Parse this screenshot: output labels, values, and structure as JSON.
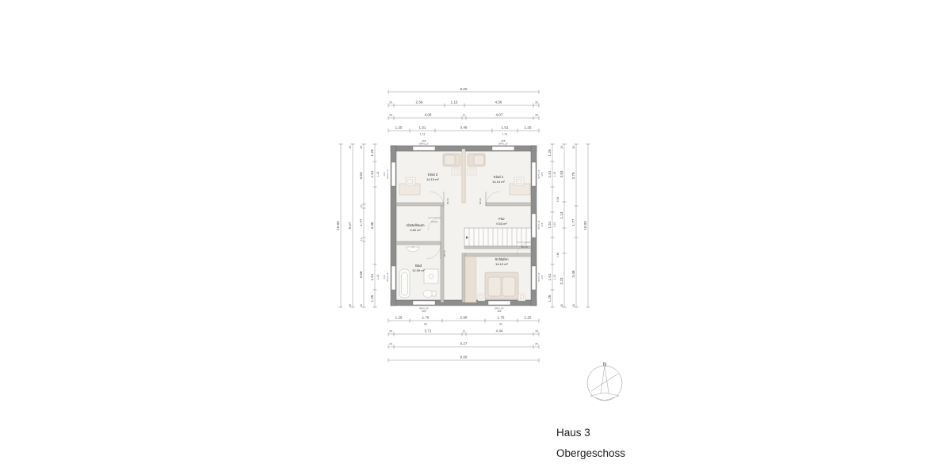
{
  "title": {
    "house": "Haus 3",
    "floor": "Obergeschoss"
  },
  "compass": {
    "north_label": "N"
  },
  "rooms": [
    {
      "id": "kind2",
      "name": "Kind 2",
      "area": "14.15 m²"
    },
    {
      "id": "kind1",
      "name": "Kind 1",
      "area": "14.14 m²"
    },
    {
      "id": "flur",
      "name": "Flur",
      "area": "9.53 m²"
    },
    {
      "id": "abstellraum",
      "name": "Abstellraum",
      "area": "3.80 m²"
    },
    {
      "id": "bad",
      "name": "Bad",
      "area": "12.59 m²"
    },
    {
      "id": "schlafen",
      "name": "Schlafen",
      "area": "14.13 m²"
    }
  ],
  "dimensions": {
    "top": {
      "row1": [
        "9.00"
      ],
      "row2": [
        "26",
        "2.56",
        "1.15",
        "4.56",
        "26"
      ],
      "row3": [
        "26",
        "4.08",
        "11",
        "4.07",
        "26"
      ],
      "row4": [
        "1.25",
        "1.51",
        "3.48",
        "1.51",
        "1.25"
      ],
      "row4_sub": [
        "1.13",
        "1.13"
      ]
    },
    "bottom": {
      "row1": [
        "1.25",
        "1.76",
        "2.98",
        "1.76",
        "1.25"
      ],
      "row1_sub": [
        "63",
        "63"
      ],
      "row2": [
        "26",
        "3.71",
        "11",
        "4.44",
        "26"
      ],
      "row3": [
        "26",
        "9.27",
        "26"
      ],
      "row4": [
        "9.00"
      ]
    },
    "left": {
      "col1": [
        "10.00"
      ],
      "col2": [
        "9.27"
      ],
      "col3": [
        "3.53",
        "1.77",
        "3.68"
      ],
      "col3_marks": [
        "11",
        "11"
      ],
      "col4": [
        "1.25",
        "1.51",
        "4.48",
        "1.51",
        "1.25"
      ],
      "col4_sub": [
        "1.13",
        "1.13"
      ]
    },
    "right": {
      "col1": [
        "1.25",
        "1.51",
        "1.51",
        "1.51",
        "1.25"
      ],
      "col1_sub": [
        "1.13",
        "1.13",
        "1.13",
        "1.13"
      ],
      "col2": [
        "3.53",
        "1.13",
        "3.23"
      ],
      "col2_marks": [
        "11",
        "11"
      ],
      "col3": [
        "3.79",
        "1.77",
        "3.49"
      ],
      "col4": [
        "10.00"
      ],
      "mid_marks": [
        "3.38",
        "1.48"
      ]
    }
  },
  "window_labels": {
    "code": "RFB",
    "sill": "BRH 1.13²",
    "sill_lower": "BRH 1.62²",
    "side_sill": "BRH 1.13²"
  },
  "door_labels": {
    "width_height_a": "88\n2.01",
    "width_height_b": "76\n2.01"
  },
  "colors": {
    "wall_outer": "#8e8e8e",
    "wall_inner": "#c9c6c1",
    "room_fill": "#f4f2ef",
    "furniture": "#e7dfd6",
    "hall_floor": "#e9e0d3",
    "background": "#ffffff",
    "text": "#2b2b2b"
  }
}
